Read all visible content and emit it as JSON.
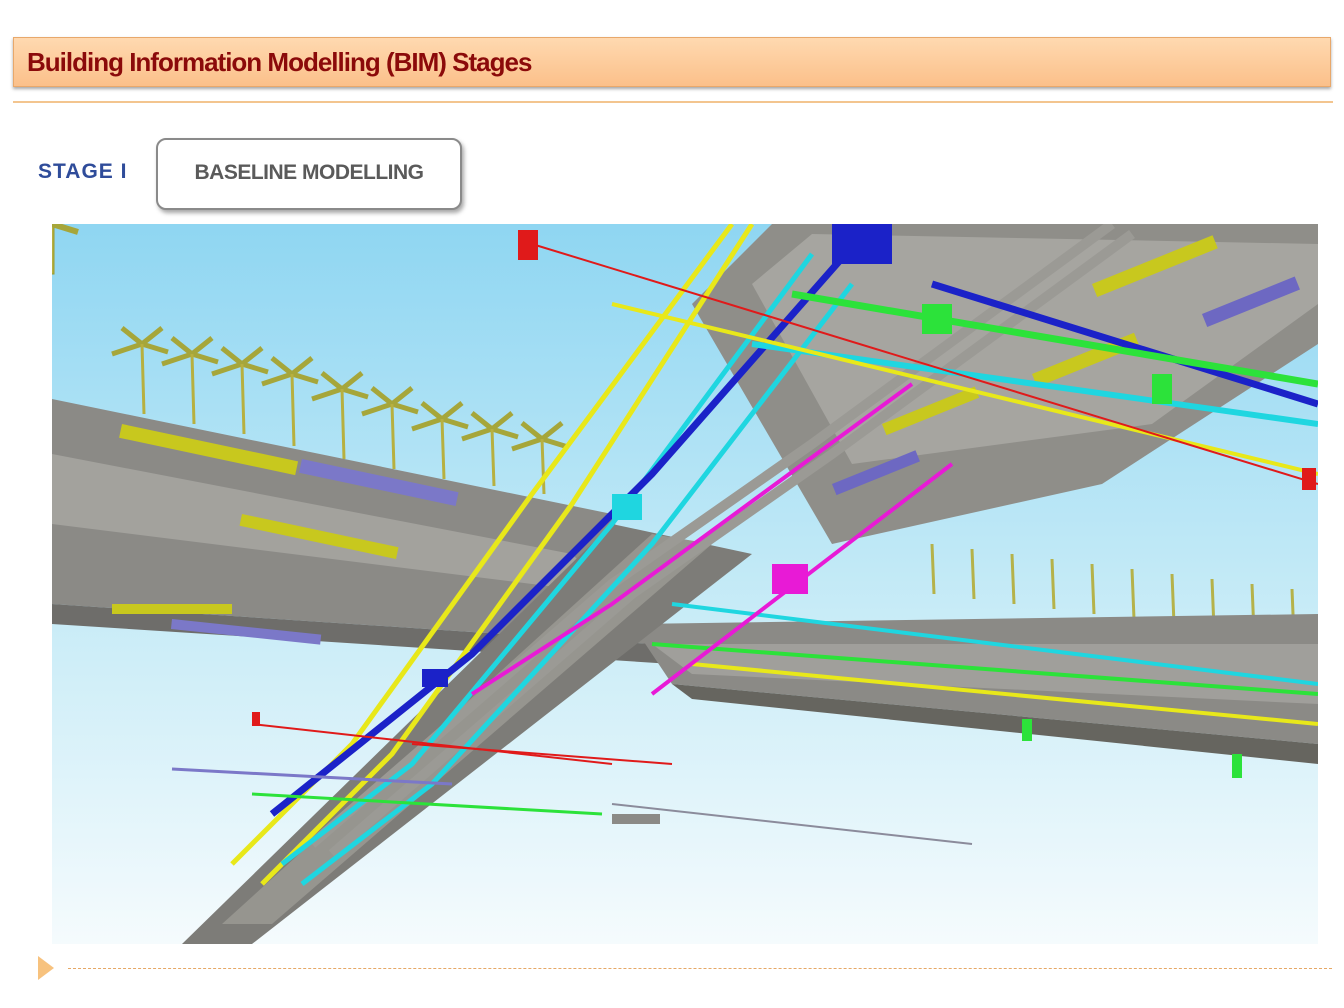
{
  "header": {
    "title": "Building Information Modelling (BIM) Stages"
  },
  "stage": {
    "label": "STAGE I",
    "name": "BASELINE MODELLING"
  },
  "image": {
    "description_icon": "bim-3d-model-image"
  },
  "colors": {
    "title_text": "#8b0a0a",
    "title_bar": "#fbc08a",
    "stage_label": "#2f4c9a",
    "accent": "#f7c27e"
  }
}
